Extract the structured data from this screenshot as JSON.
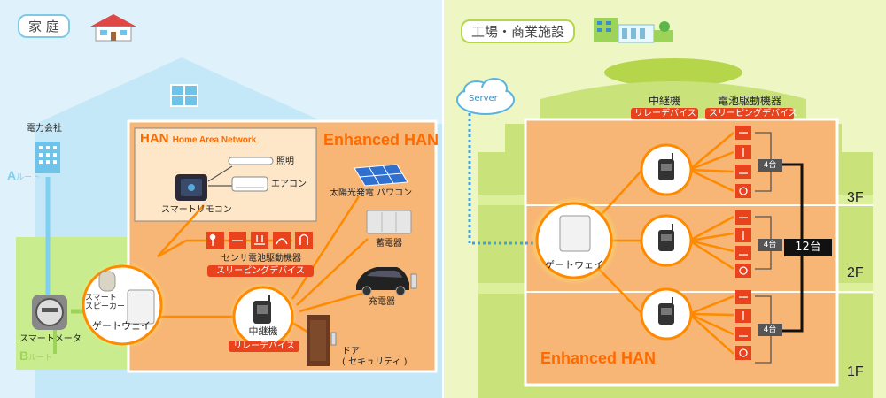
{
  "home": {
    "title": "家 庭",
    "power_company": "電力会社",
    "route_a_letter": "A",
    "route_a_text": "ルート",
    "route_b_letter": "B",
    "route_b_text": "ルート",
    "smart_meter": "スマートメータ",
    "han_title": "HAN",
    "han_subtitle": "Home Area Network",
    "enhanced_han": "Enhanced HAN",
    "lighting": "照明",
    "aircon": "エアコン",
    "remote": "スマートリモコン",
    "solar": "太陽光発電 パワコン",
    "storage": "蓄電器",
    "charger": "充電器",
    "sensor_devices": "センサ電池駆動機器",
    "sleeping_devices": "スリーピングデバイス",
    "smart_speaker_l1": "スマート",
    "smart_speaker_l2": "スピーカー",
    "gateway": "ゲートウェイ",
    "relay": "中継機",
    "relay_device": "リレーデバイス",
    "door_l1": "ドア",
    "door_l2": "( セキュリティ )"
  },
  "factory": {
    "title": "工場・商業施設",
    "server": "Server",
    "relay": "中継機",
    "relay_device": "リレーデバイス",
    "battery_devices": "電池駆動機器",
    "sleeping_devices": "スリーピングデバイス",
    "gateway": "ゲートウェイ",
    "enhanced_han": "Enhanced HAN",
    "count_4": "4台",
    "count_12": "12台",
    "floors": [
      "3F",
      "2F",
      "1F"
    ]
  },
  "colors": {
    "sky": "#dff2fb",
    "house": "#c4e8f8",
    "han_box": "#f7b676",
    "factory_bg": "#eef7c4",
    "building": "#c9e37a",
    "accent": "#ff6a00",
    "red": "#e8431c"
  }
}
